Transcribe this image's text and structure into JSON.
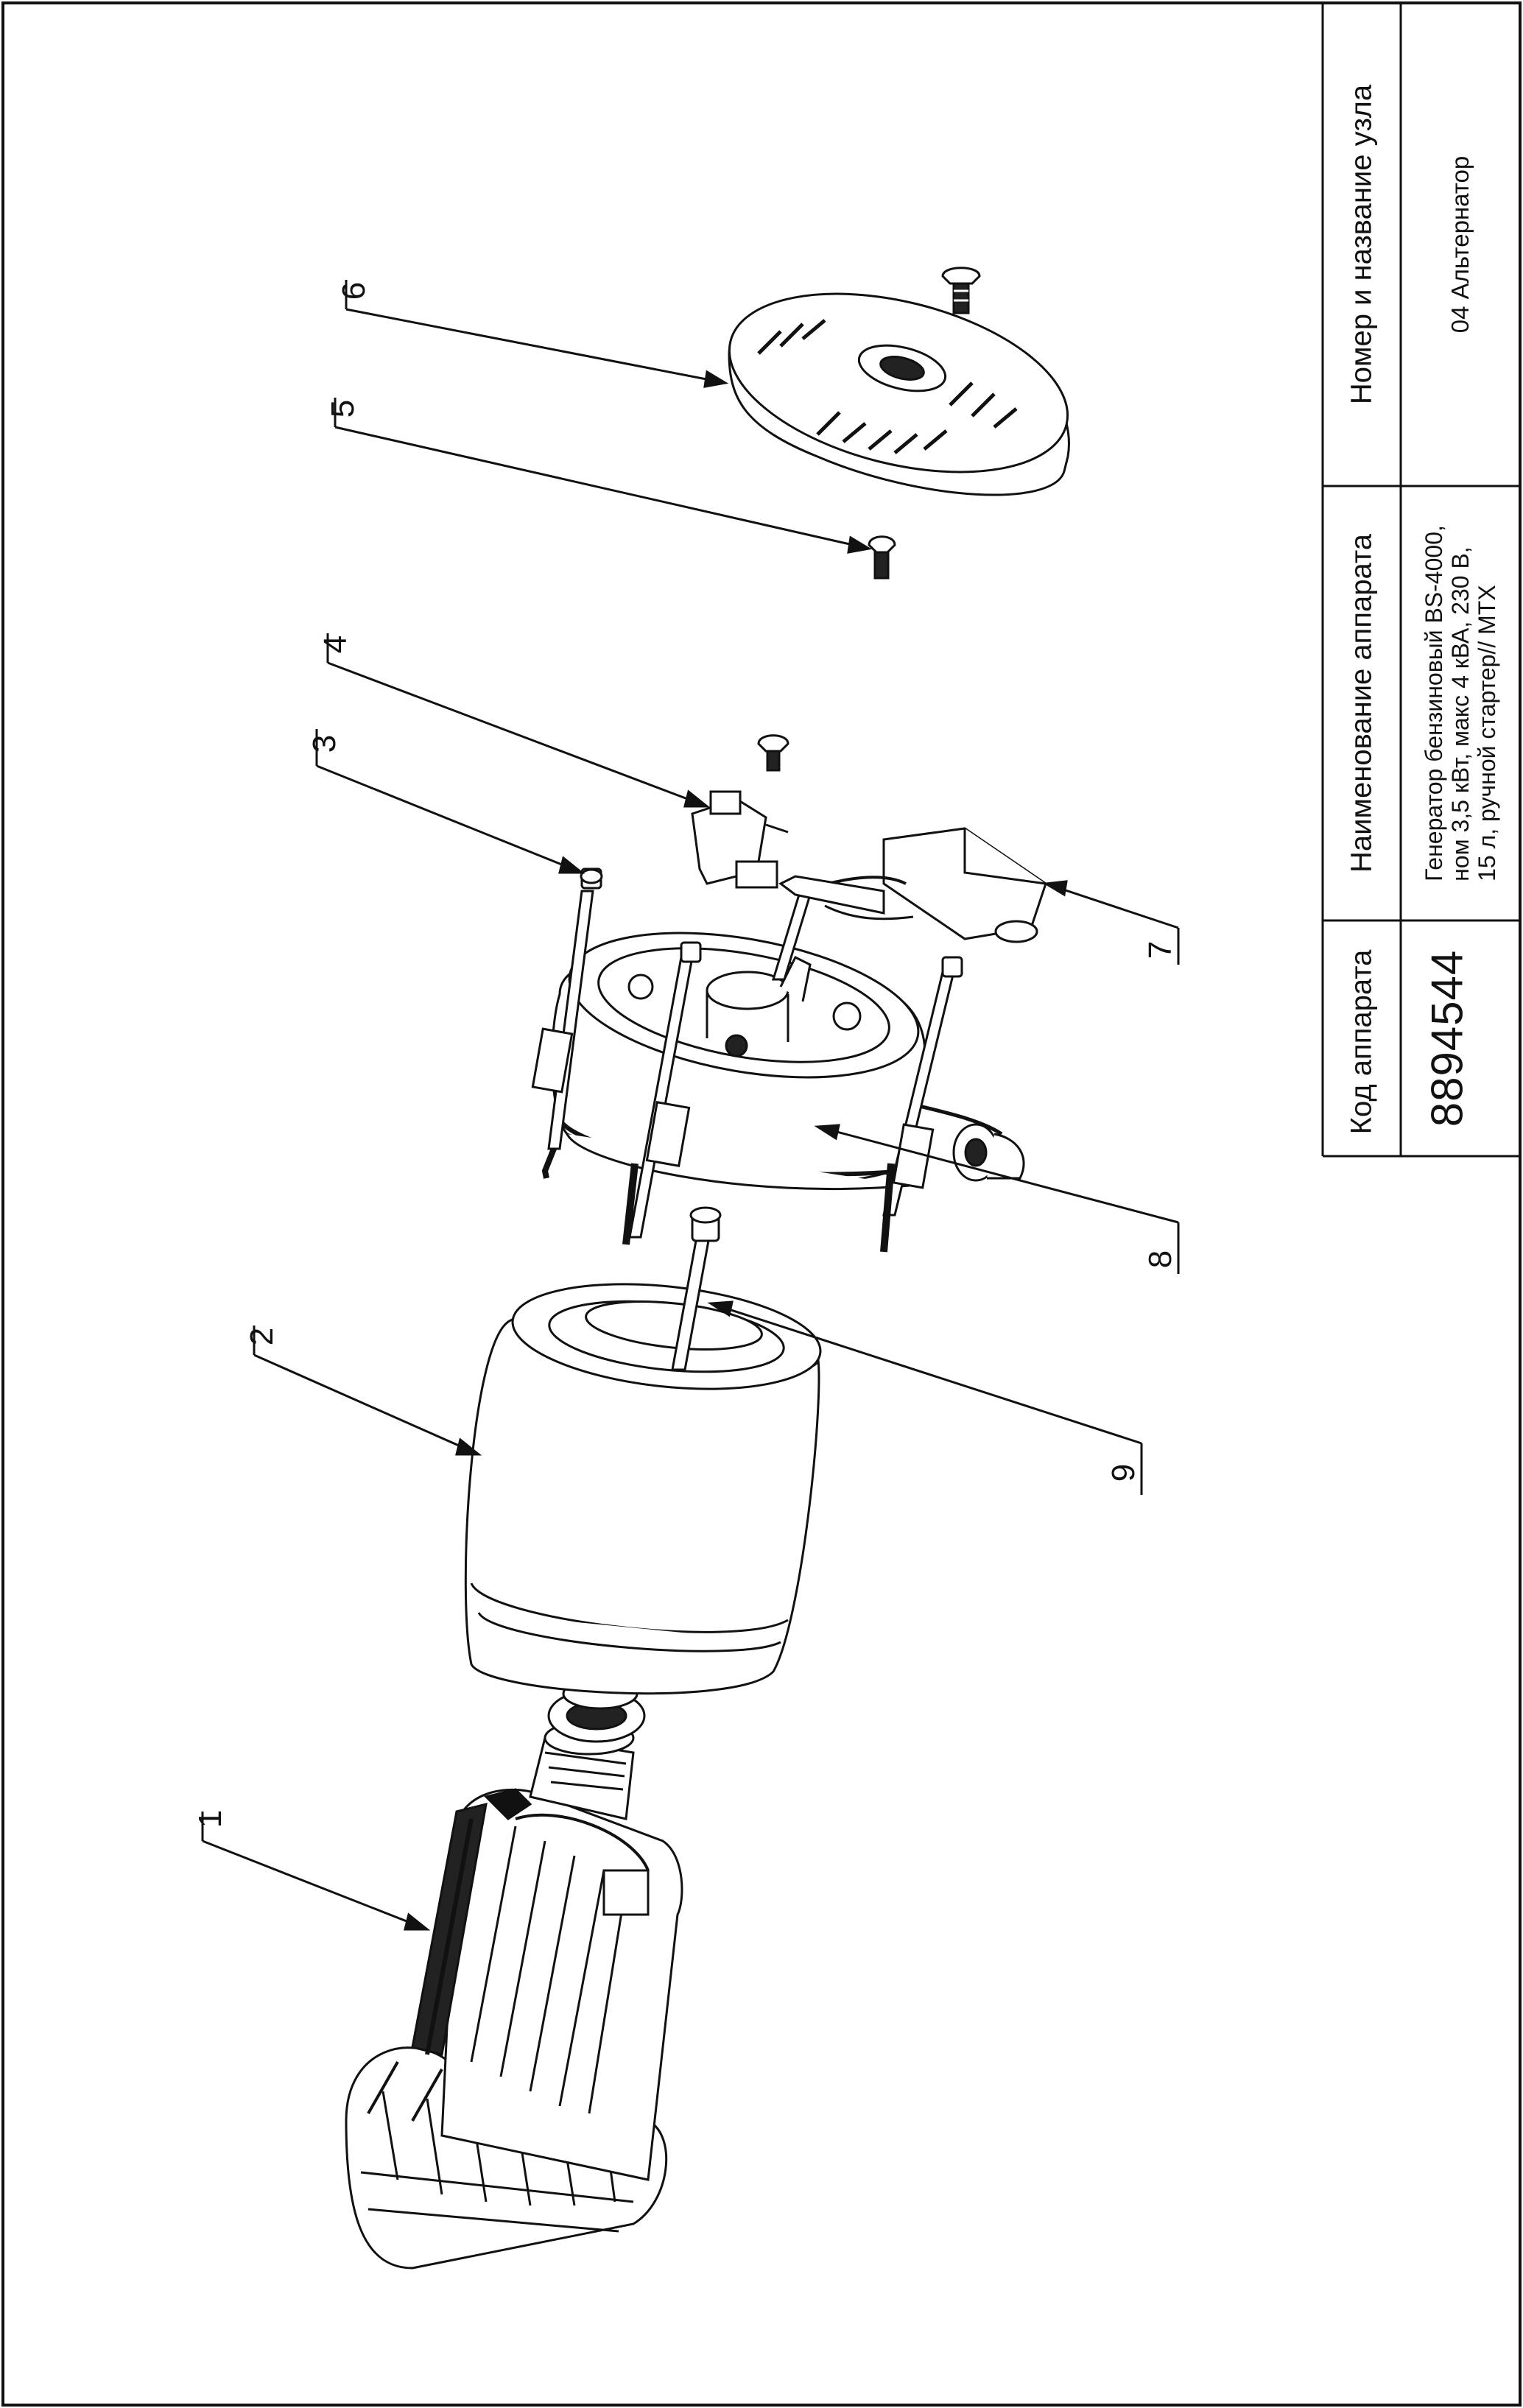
{
  "title_block": {
    "code_header": "Код аппарата",
    "code_value": "8894544",
    "name_header": "Наименование аппарата",
    "name_lines": [
      "Генератор бензиновый BS-4000,",
      "ном 3,5 кВт, макс 4 кВА, 230 В,",
      "15 л, ручной стартер// MTX"
    ],
    "node_header": "Номер и название узла",
    "node_value": "04 Альтернатор"
  },
  "callouts": [
    "1",
    "2",
    "3",
    "4",
    "5",
    "6",
    "7",
    "8",
    "9"
  ],
  "colors": {
    "line": "#111111",
    "fill": "#ffffff",
    "hatch": "#222222"
  }
}
